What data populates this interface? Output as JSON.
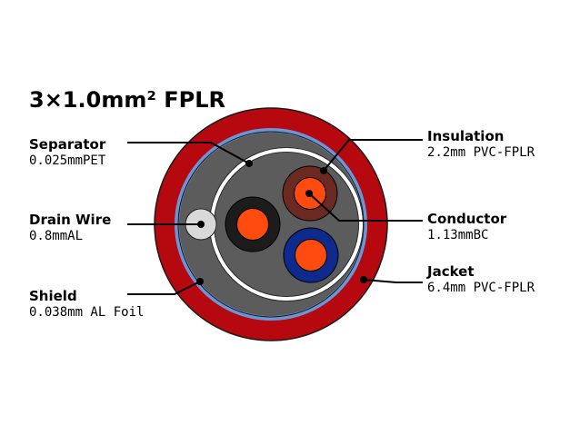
{
  "title": "3×1.0mm² FPLR",
  "labels": {
    "separator": {
      "name": "Separator",
      "spec": "0.025mmPET"
    },
    "drain_wire": {
      "name": "Drain Wire",
      "spec": "0.8mmAL"
    },
    "shield": {
      "name": "Shield",
      "spec": "0.038mm AL Foil"
    },
    "insulation": {
      "name": "Insulation",
      "spec": "2.2mm PVC-FPLR"
    },
    "conductor": {
      "name": "Conductor",
      "spec": "1.13mmBC"
    },
    "jacket": {
      "name": "Jacket",
      "spec": "6.4mm PVC-FPLR"
    }
  },
  "colors": {
    "jacket": "#b5080f",
    "jacket_outline": "#1a1a1a",
    "shield": "#6b96d6",
    "filler": "#5c5c5c",
    "separator": "#ffffff",
    "drain_wire": "#d9d9d9",
    "core_black": "#1c1c1c",
    "core_brown": "#6a2a22",
    "core_blue": "#0d2a8c",
    "conductor": "#ff4a10"
  }
}
